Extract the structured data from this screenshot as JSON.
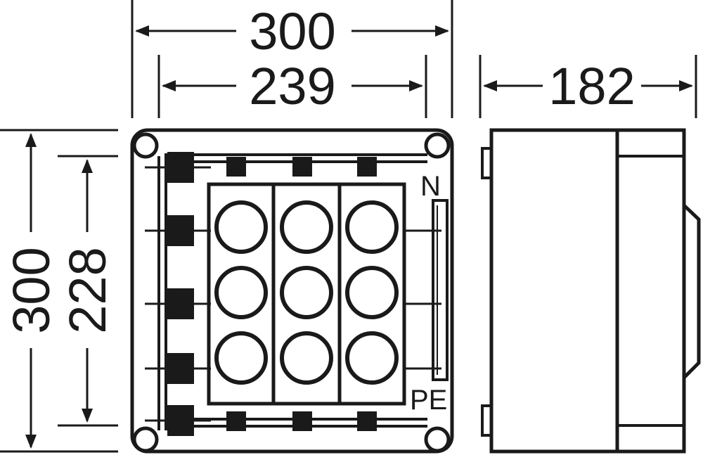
{
  "dimensions": {
    "outer_width": "300",
    "inner_width": "239",
    "depth": "182",
    "outer_height": "300",
    "inner_height": "228"
  },
  "labels": {
    "neutral": "N",
    "protective_earth": "PE"
  },
  "colors": {
    "line": "#1a1a1a",
    "background": "#ffffff"
  },
  "glands": {
    "rows": 3,
    "cols": 3
  }
}
